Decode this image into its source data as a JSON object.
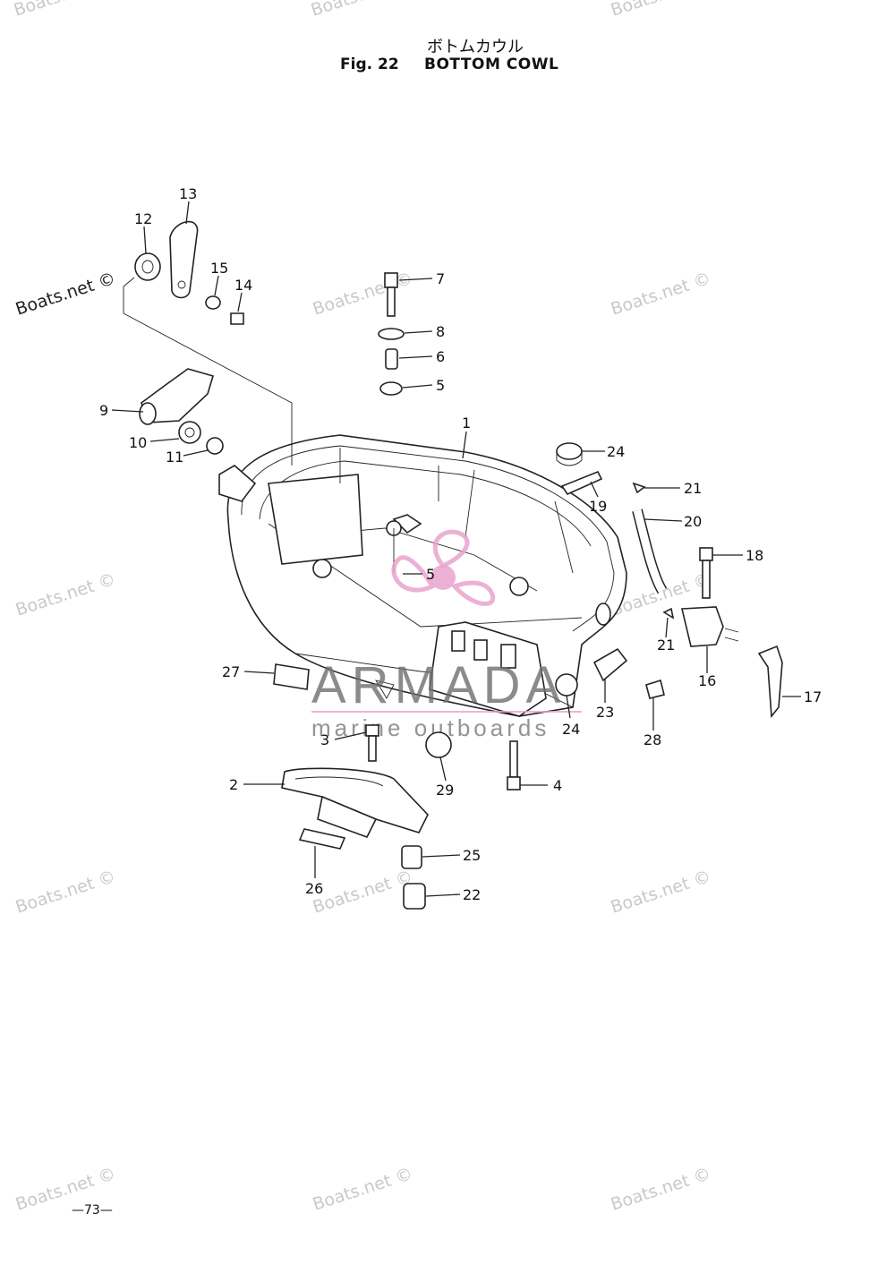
{
  "header": {
    "title_jp": "ボトムカウル",
    "fig_label": "Fig. 22",
    "title_en": "BOTTOM COWL"
  },
  "footer": {
    "page_number": "—73—"
  },
  "watermark": {
    "text": "Boats.net ©"
  },
  "brand": {
    "name": "ARMADA",
    "tagline": "marine outboards"
  },
  "callouts": {
    "p1": "1",
    "p2": "2",
    "p3": "3",
    "p4": "4",
    "p5a": "5",
    "p5b": "5",
    "p6": "6",
    "p7": "7",
    "p8": "8",
    "p9": "9",
    "p10": "10",
    "p11": "11",
    "p12": "12",
    "p13": "13",
    "p14": "14",
    "p15": "15",
    "p16": "16",
    "p17": "17",
    "p18": "18",
    "p19": "19",
    "p20": "20",
    "p21a": "21",
    "p21b": "21",
    "p22": "22",
    "p23": "23",
    "p24a": "24",
    "p24b": "24",
    "p25": "25",
    "p26": "26",
    "p27": "27",
    "p28": "28",
    "p29": "29"
  },
  "colors": {
    "brand_pink": "#e9a3cd",
    "brand_gray": "#6f6f6f",
    "watermark": "#c9c9c9"
  }
}
